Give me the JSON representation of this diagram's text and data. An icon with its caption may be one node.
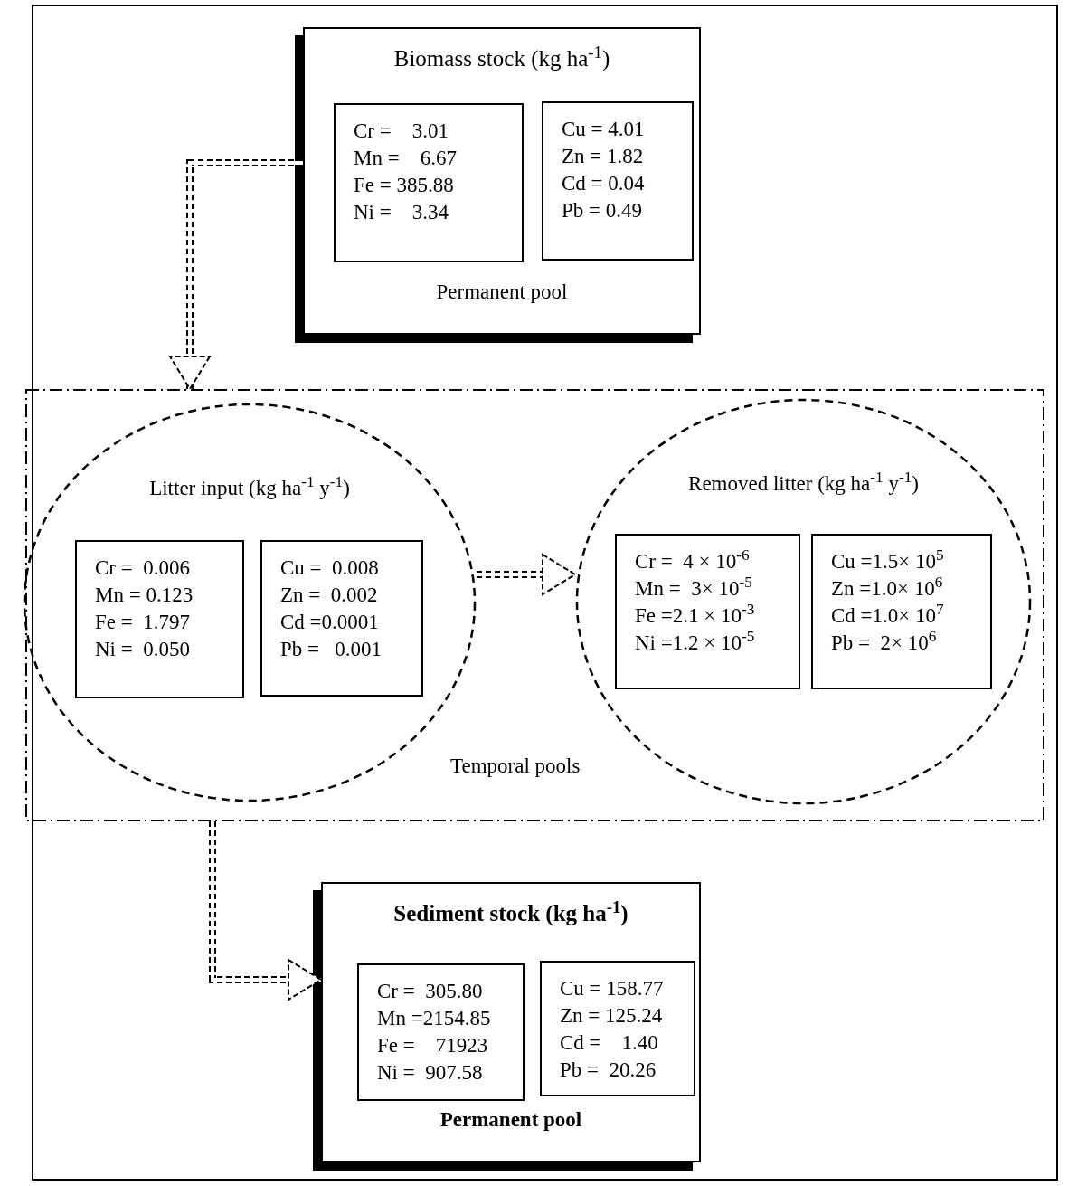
{
  "diagram": {
    "nodes": [
      {
        "text": [
          "Biomass stock (kg ha$^{-1}$)",
          "Permanent pool"
        ]
      },
      {
        "text": [
          "Cr =    3.01",
          "Mn =    6.67",
          "Fe = 385.88",
          "Ni =    3.34"
        ],
        "in": 0
      },
      {
        "text": [
          "Cu = 4.01",
          "Zn = 1.82",
          "Cd = 0.04",
          "Pb = 0.49"
        ],
        "in": 0
      },
      {
        "text": [
          "Temporal pools"
        ]
      },
      {
        "text": [
          "Litter input (kg ha$^{-1}$ y$^{-1}$)"
        ],
        "in": 3
      },
      {
        "text": [
          "Cr =  0.006",
          "Mn = 0.123",
          "Fe =  1.797",
          "Ni =  0.050"
        ],
        "in": 4
      },
      {
        "text": [
          "Cu =  0.008",
          "Zn =  0.002",
          "Cd =0.0001",
          "Pb =   0.001"
        ],
        "in": 4
      },
      {
        "text": [
          "Removed litter (kg ha$^{-1}$ y$^{-1}$)"
        ],
        "in": 3
      },
      {
        "text": [
          "Cr =  4 × 10$^{-6}$",
          "Mn =  3× 10$^{-5}$",
          "Fe =2.1 × 10$^{-3}$",
          "Ni =1.2 × 10$^{-5}$"
        ],
        "in": 7
      },
      {
        "text": [
          "Cu =1.5× 10$^{5}$",
          "Zn =1.0× 10$^{6}$",
          "Cd =1.0× 10$^{7}$",
          "Pb =  2× 10$^{6}$"
        ],
        "in": 7
      },
      {
        "text": [
          "**Sediment stock (kg ha$^{-1}$)**",
          "**Permanent pool**"
        ]
      },
      {
        "text": [
          "Cr =  305.80",
          "Mn =2154.85",
          "Fe =    71923",
          "Ni =  907.58"
        ],
        "in": 10
      },
      {
        "text": [
          "Cu = 158.77",
          "Zn = 125.24",
          "Cd =    1.40",
          "Pb =  20.26"
        ],
        "in": 10
      }
    ],
    "edges": [
      {
        "from": 0,
        "to": 3,
        "arrow": "to",
        "style": "dashed"
      },
      {
        "from": 4,
        "to": 7,
        "arrow": "to",
        "style": "dashed"
      },
      {
        "from": 3,
        "to": 10,
        "arrow": "to",
        "style": "dashed"
      }
    ]
  }
}
